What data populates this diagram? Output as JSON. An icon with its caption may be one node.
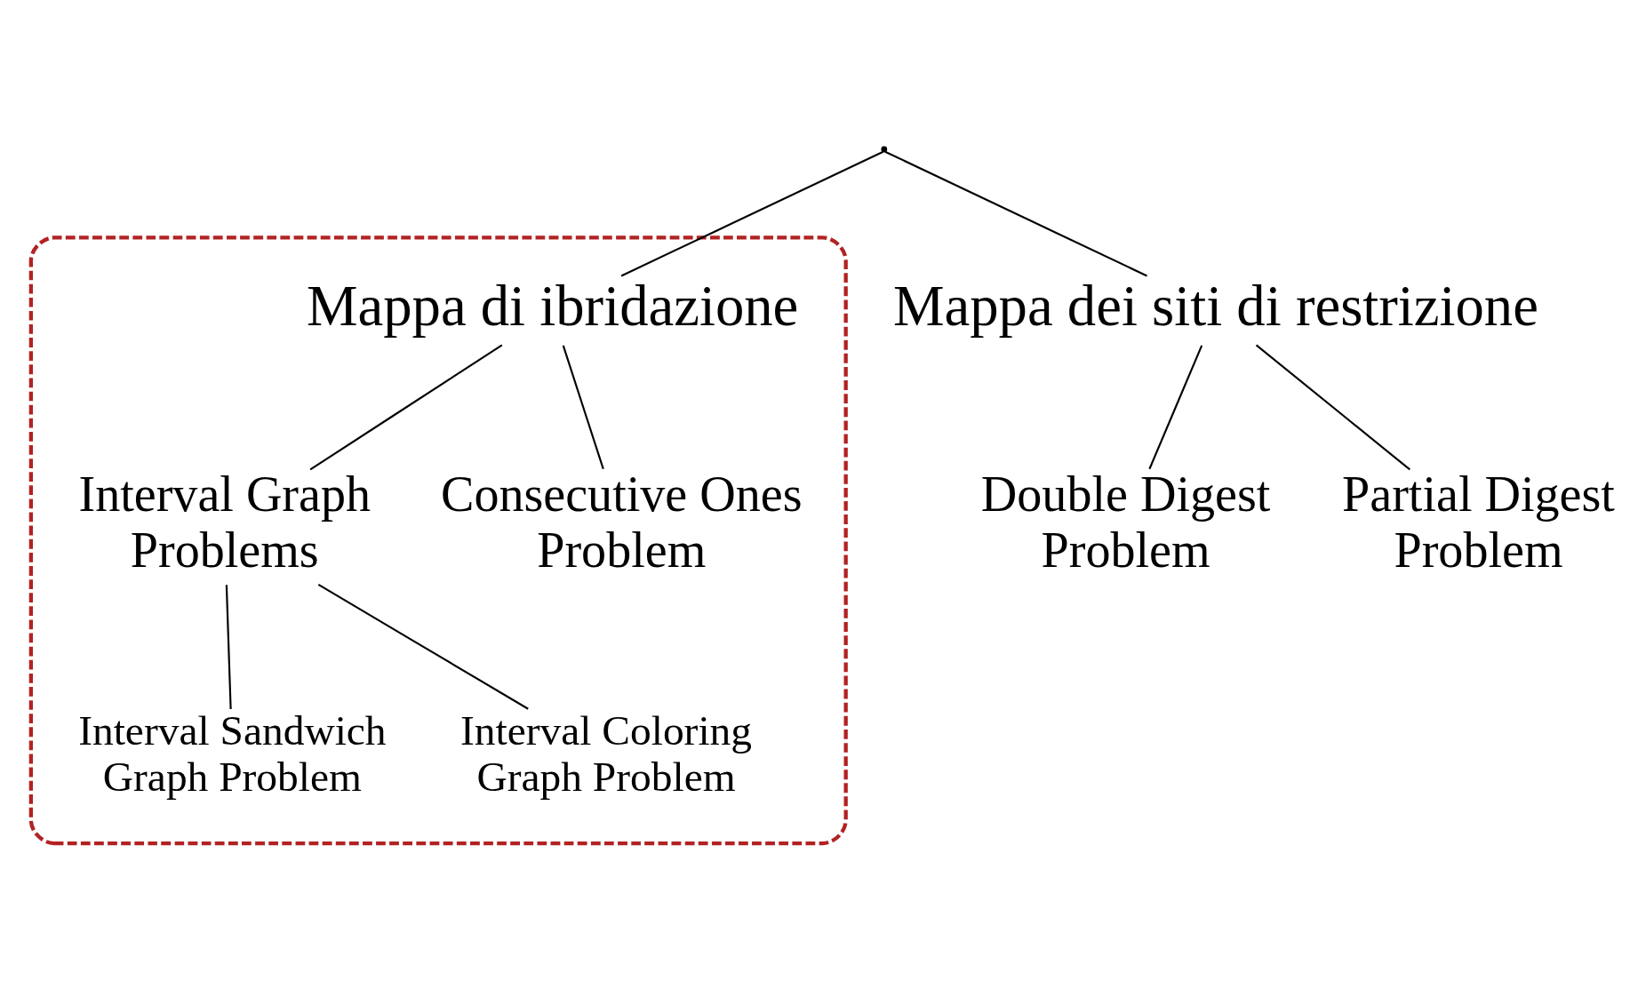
{
  "diagram": {
    "nodes": [
      {
        "text": [],
        "shape": "point"
      },
      {
        "text": [
          "Mappa dei siti di restrizione"
        ]
      },
      {
        "text": [],
        "shape": "box"
      },
      {
        "text": [
          "Mappa di ibridazione"
        ],
        "in": 2
      },
      {
        "text": [
          "Double Digest Problem"
        ]
      },
      {
        "text": [
          "Partial Digest Problem"
        ]
      },
      {
        "text": [
          "Interval Graph Problems"
        ],
        "in": 2
      },
      {
        "text": [
          "Consecutive Ones Problem"
        ],
        "in": 2
      },
      {
        "text": [
          "Interval Sandwich Graph Problem"
        ],
        "in": 2
      },
      {
        "text": [
          "Interval Coloring Graph Problem"
        ],
        "in": 2
      }
    ],
    "edges": [
      {
        "from": 0,
        "to": 1,
        "arrow": "none"
      },
      {
        "from": 0,
        "to": 3,
        "arrow": "none"
      },
      {
        "from": 1,
        "to": 4,
        "arrow": "none"
      },
      {
        "from": 1,
        "to": 5,
        "arrow": "none"
      },
      {
        "from": 3,
        "to": 6,
        "arrow": "none"
      },
      {
        "from": 3,
        "to": 7,
        "arrow": "none"
      },
      {
        "from": 6,
        "to": 8,
        "arrow": "none"
      },
      {
        "from": 6,
        "to": 9,
        "arrow": "none"
      }
    ]
  }
}
